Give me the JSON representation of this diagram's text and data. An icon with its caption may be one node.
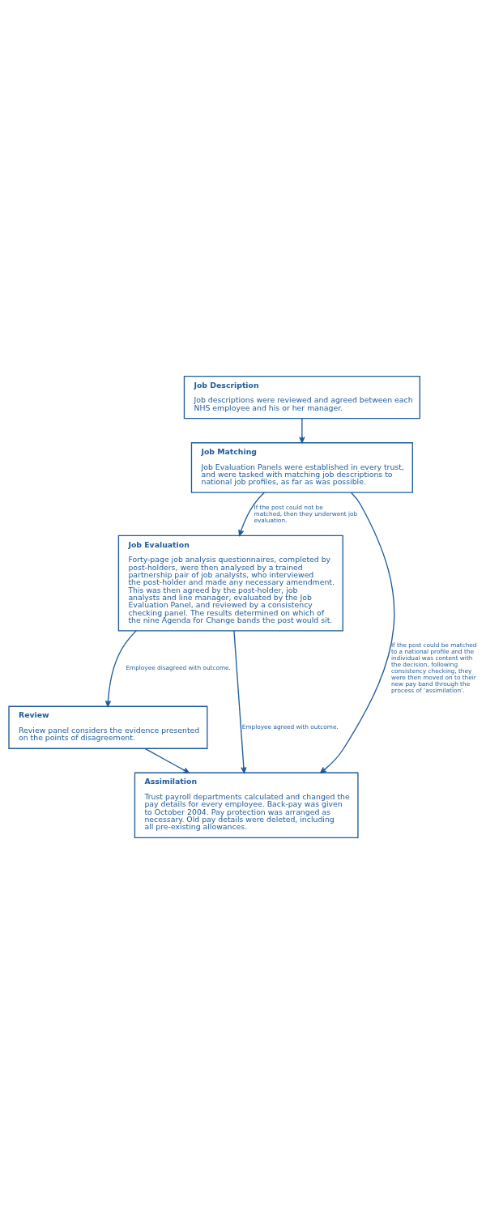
{
  "diagram": {
    "nodes": [
      {
        "text": [
          "Job Description",
          "Job descriptions were reviewed and agreed between each NHS employee and his or her manager."
        ]
      },
      {
        "text": [
          "Job Matching",
          "Job Evaluation Panels were established in every trust, and were tasked with matching job descriptions to national job profiles, as far as was possible."
        ]
      },
      {
        "text": [
          "Job Evaluation",
          "Forty-page job analysis questionnaires, completed by post-holders, were then analysed by a trained partnership pair of job analysts, who interviewed the post-holder and made any necessary amendment. This was then agreed by the post-holder, job analysts and line manager, evaluated by the Job Evaluation Panel, and reviewed by a consistency checking panel. The results determined on which of the nine Agenda for Change bands the post would sit."
        ]
      },
      {
        "text": [
          "Review",
          "Review panel considers the evidence presented on the points of disagreement."
        ]
      },
      {
        "text": [
          "Assimilation",
          "Trust payroll departments calculated and changed the pay details for every employee. Back-pay was given to October 2004. Pay protection was arranged as necessary. Old pay details were deleted, including all pre-existing allowances."
        ]
      }
    ],
    "edges": [
      {
        "from": 0,
        "to": 1,
        "arrow": "to"
      },
      {
        "from": 1,
        "to": 2,
        "arrow": "to",
        "label": "If the post could not be matched, then they underwent job evaluation."
      },
      {
        "from": 1,
        "to": 4,
        "arrow": "to",
        "label": "If the post could be matched to a national profile and the individual was content with the decision, following consistency checking, they were then moved on to their new pay band through the process of ‘assimilation’."
      },
      {
        "from": 2,
        "to": 4,
        "arrow": "to",
        "label": "Employee agreed with outcome."
      },
      {
        "from": 2,
        "to": 3,
        "arrow": "to",
        "label": "Employee disagreed with outcome."
      },
      {
        "from": 3,
        "to": 4,
        "arrow": "to"
      }
    ]
  }
}
